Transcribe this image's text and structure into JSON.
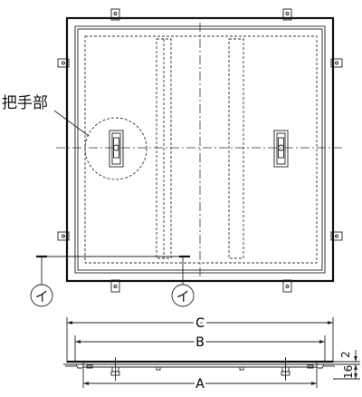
{
  "labels": {
    "handle": "把手部",
    "section_mark": "イ",
    "dim_c": "C",
    "dim_b": "B",
    "dim_a": "A",
    "dim_2": "2",
    "dim_16": "16"
  }
}
